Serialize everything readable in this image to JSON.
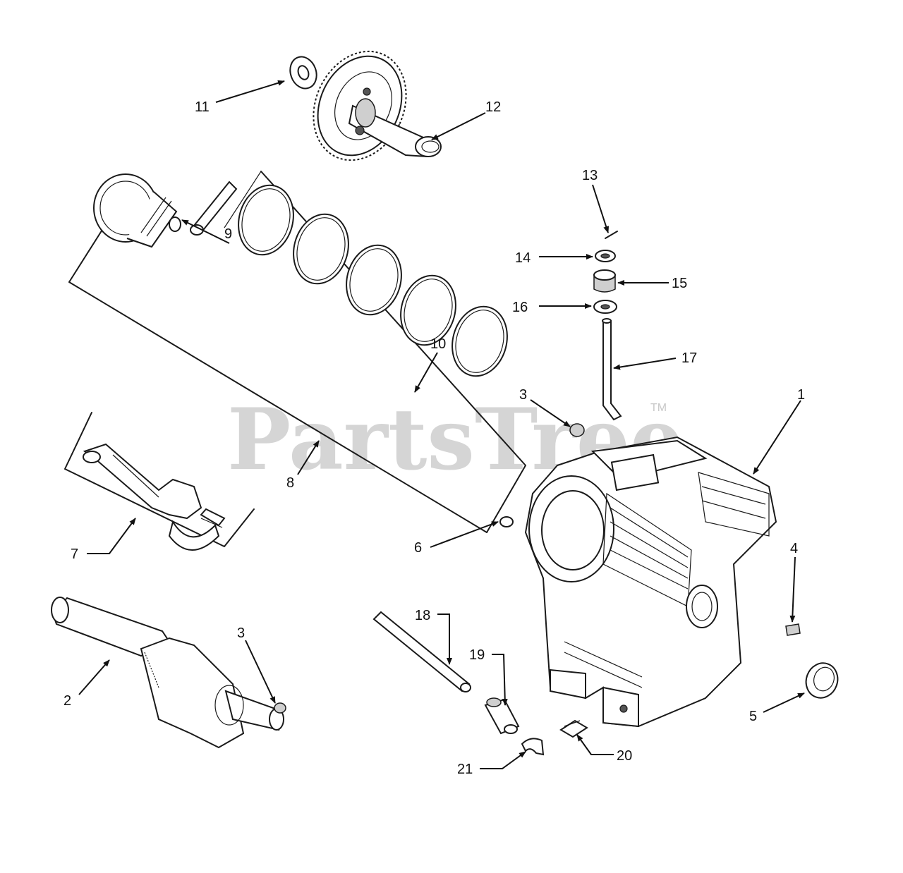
{
  "watermark": {
    "text": "PartsTree",
    "trademark": "TM"
  },
  "callouts": [
    {
      "id": "1",
      "label": "1"
    },
    {
      "id": "2",
      "label": "2"
    },
    {
      "id": "3a",
      "label": "3"
    },
    {
      "id": "3b",
      "label": "3"
    },
    {
      "id": "4",
      "label": "4"
    },
    {
      "id": "5",
      "label": "5"
    },
    {
      "id": "6",
      "label": "6"
    },
    {
      "id": "7",
      "label": "7"
    },
    {
      "id": "8",
      "label": "8"
    },
    {
      "id": "9",
      "label": "9"
    },
    {
      "id": "10",
      "label": "10"
    },
    {
      "id": "11",
      "label": "11"
    },
    {
      "id": "12",
      "label": "12"
    },
    {
      "id": "13",
      "label": "13"
    },
    {
      "id": "14",
      "label": "14"
    },
    {
      "id": "15",
      "label": "15"
    },
    {
      "id": "16",
      "label": "16"
    },
    {
      "id": "17",
      "label": "17"
    },
    {
      "id": "18",
      "label": "18"
    },
    {
      "id": "19",
      "label": "19"
    },
    {
      "id": "20",
      "label": "20"
    },
    {
      "id": "21",
      "label": "21"
    }
  ],
  "colors": {
    "line": "#1a1a1a",
    "watermark": "#c8c8c8",
    "background": "#ffffff"
  }
}
